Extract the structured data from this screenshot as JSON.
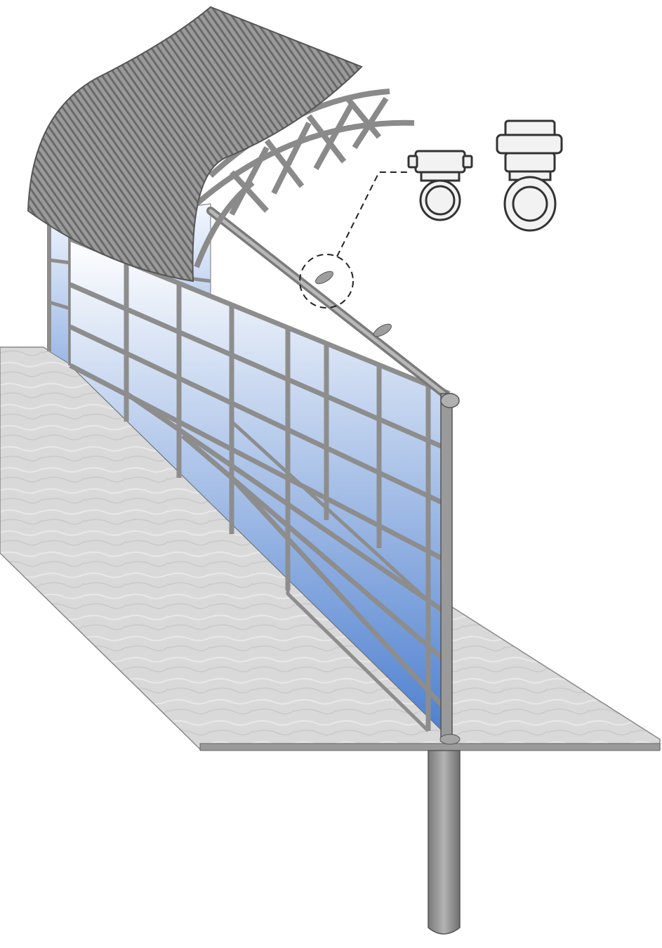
{
  "diagram": {
    "subject": "glass-panel-fence-with-curved-canopy",
    "parts": [
      {
        "id": "canopy",
        "name": "corrugated-curved-canopy"
      },
      {
        "id": "truss",
        "name": "cross-braced-truss"
      },
      {
        "id": "back-panels",
        "name": "rear-glass-wall"
      },
      {
        "id": "front-panels",
        "name": "front-glass-wall"
      },
      {
        "id": "post",
        "name": "end-post"
      },
      {
        "id": "slab",
        "name": "concrete-slab"
      },
      {
        "id": "footing",
        "name": "concrete-pier-footing"
      },
      {
        "id": "detail",
        "name": "clamp-detail-callout"
      }
    ],
    "colors": {
      "frame": "#8d8d8d",
      "frame_dark": "#555555",
      "glass_top": "#ffffff",
      "glass_bottom": "#4d7fcf",
      "slab": "#d6d6d6",
      "canopy": "#8e8e8e",
      "outline": "#333333"
    }
  }
}
